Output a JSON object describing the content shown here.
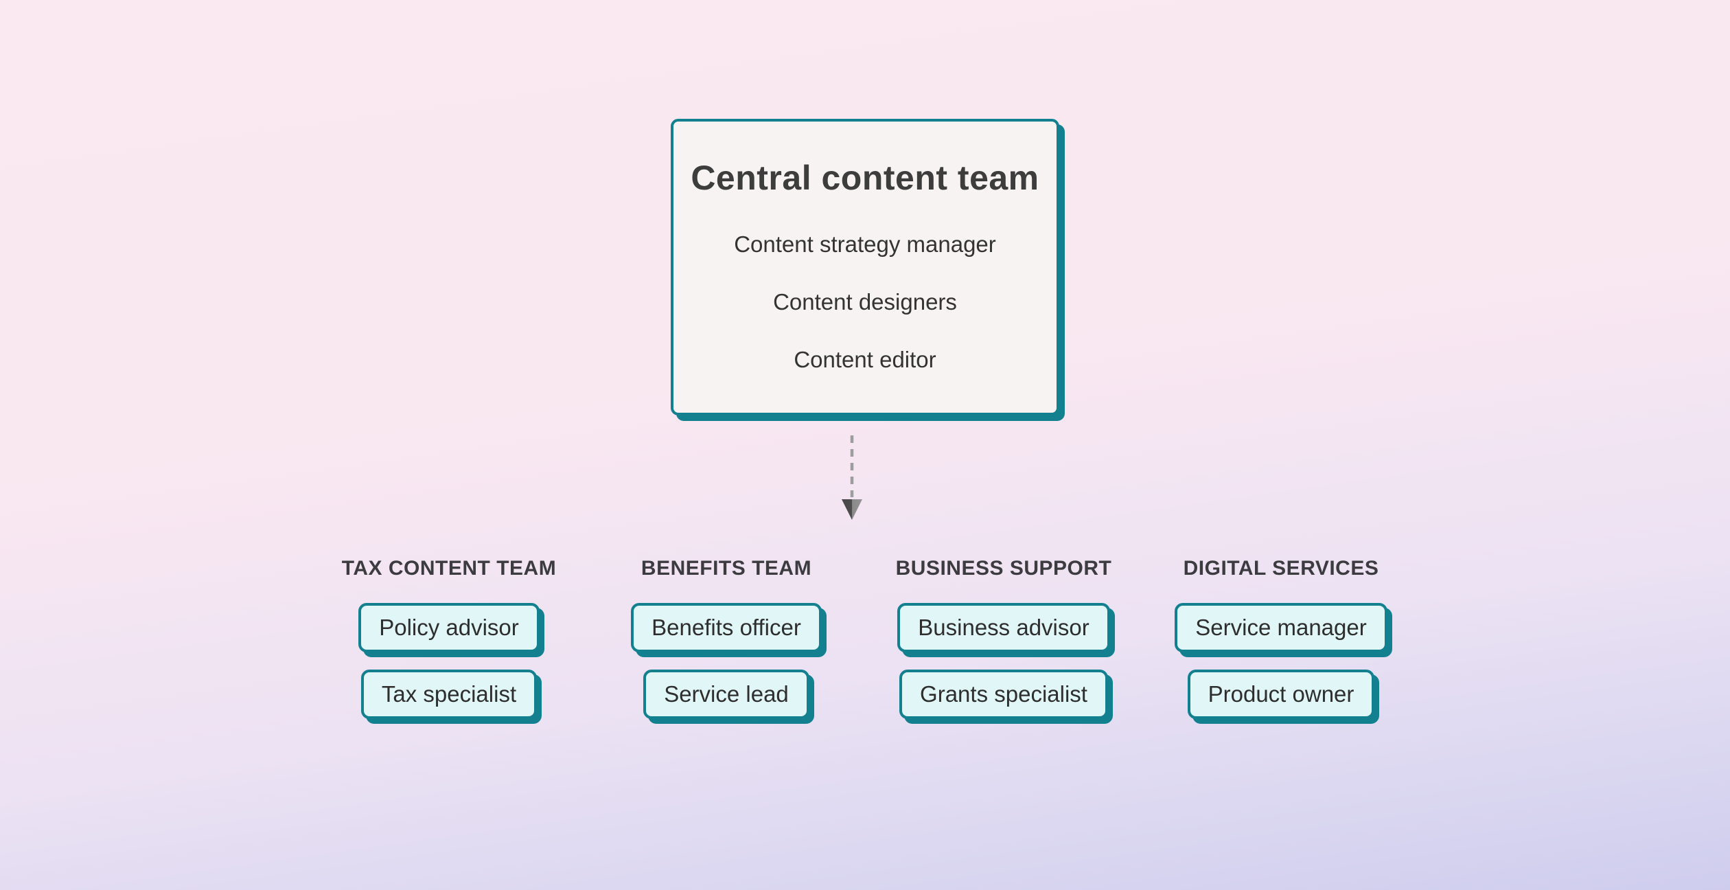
{
  "central_team": {
    "title": "Central content team",
    "roles": [
      "Content strategy manager",
      "Content designers",
      "Content editor"
    ]
  },
  "arrow": {
    "icon": "down-arrow",
    "style": "dashed-line-with-solid-head"
  },
  "teams": [
    {
      "name": "TAX CONTENT TEAM",
      "roles": [
        "Policy advisor",
        "Tax specialist"
      ]
    },
    {
      "name": "BENEFITS TEAM",
      "roles": [
        "Benefits officer",
        "Service lead"
      ]
    },
    {
      "name": "BUSINESS SUPPORT",
      "roles": [
        "Business advisor",
        "Grants specialist"
      ]
    },
    {
      "name": "DIGITAL SERVICES",
      "roles": [
        "Service manager",
        "Product owner"
      ]
    }
  ],
  "colors": {
    "teal": "#12808f",
    "box_bg": "#f7f3f3",
    "chip_bg": "#e1f6f6",
    "title_color": "#3d3d3d",
    "text_color": "#333333",
    "header_color": "#3b3b40",
    "bg_top": "#fbe9f1",
    "bg_bottom": "#cfcdee",
    "dash_gray": "#9d9d9d"
  }
}
